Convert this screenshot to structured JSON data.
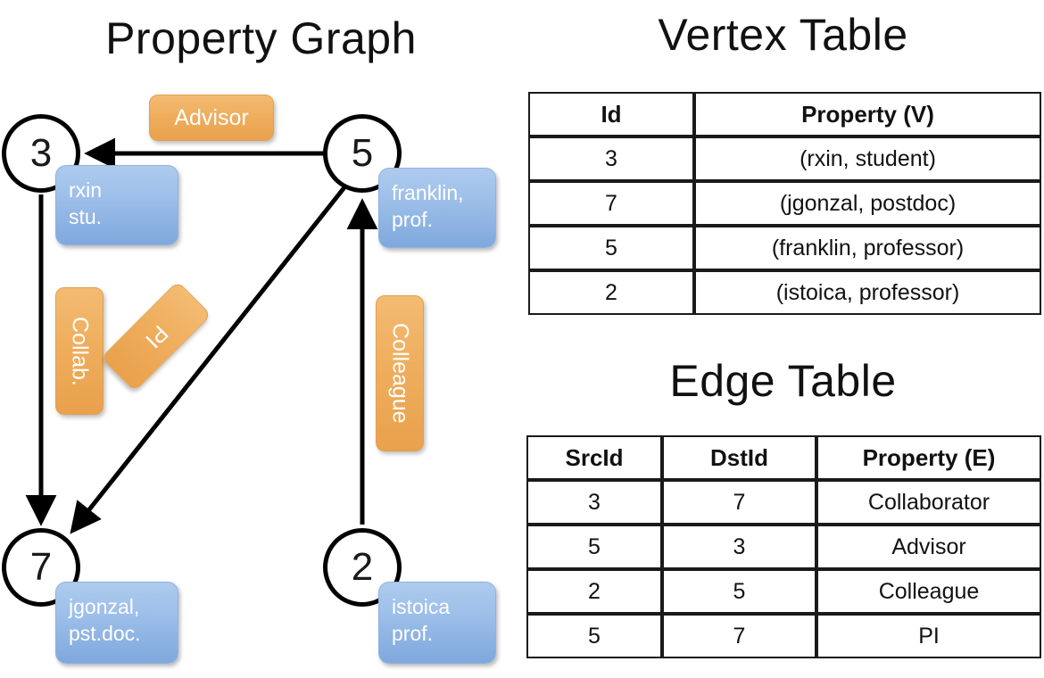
{
  "titles": {
    "property_graph": "Property Graph",
    "vertex_table": "Vertex Table",
    "edge_table": "Edge Table"
  },
  "graph": {
    "nodes": [
      {
        "id": "3",
        "label": "3",
        "property_line1": "rxin",
        "property_line2": "stu."
      },
      {
        "id": "5",
        "label": "5",
        "property_line1": "franklin,",
        "property_line2": "prof."
      },
      {
        "id": "7",
        "label": "7",
        "property_line1": "jgonzal,",
        "property_line2": "pst.doc."
      },
      {
        "id": "2",
        "label": "2",
        "property_line1": "istoica",
        "property_line2": "prof."
      }
    ],
    "edge_labels": [
      {
        "name": "advisor",
        "text": "Advisor"
      },
      {
        "name": "collab",
        "text": "Collab."
      },
      {
        "name": "pi",
        "text": "PI"
      },
      {
        "name": "colleague",
        "text": "Colleague"
      }
    ]
  },
  "vertex_table": {
    "headers": [
      "Id",
      "Property (V)"
    ],
    "rows": [
      [
        "3",
        "(rxin, student)"
      ],
      [
        "7",
        "(jgonzal, postdoc)"
      ],
      [
        "5",
        "(franklin, professor)"
      ],
      [
        "2",
        "(istoica, professor)"
      ]
    ]
  },
  "edge_table": {
    "headers": [
      "SrcId",
      "DstId",
      "Property (E)"
    ],
    "rows": [
      [
        "3",
        "7",
        "Collaborator"
      ],
      [
        "5",
        "3",
        "Advisor"
      ],
      [
        "2",
        "5",
        "Colleague"
      ],
      [
        "5",
        "7",
        "PI"
      ]
    ]
  },
  "colors": {
    "node_stroke": "#000000",
    "edge_stroke": "#000000",
    "blue_box_top": "#aecbee",
    "blue_box_bottom": "#7fa8dd",
    "orange_box_top": "#f3bb72",
    "orange_box_bottom": "#e9a14c",
    "vertex_fill": "#dce5f3",
    "edge_fill": "#f9e0c7"
  }
}
